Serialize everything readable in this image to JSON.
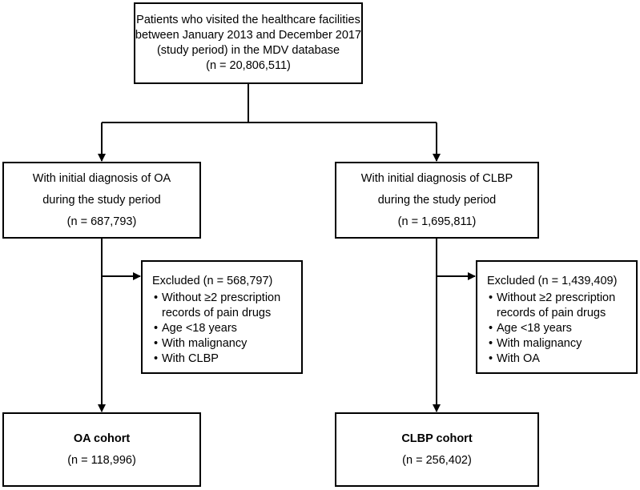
{
  "top_box": {
    "lines": [
      "Patients who visited the healthcare facilities",
      "between January 2013 and December 2017",
      "(study period) in the MDV database",
      "(n = 20,806,511)"
    ]
  },
  "oa_initial": {
    "line1": "With initial diagnosis of OA",
    "line2": "during the study period",
    "n": "(n = 687,793)"
  },
  "clbp_initial": {
    "line1": "With initial diagnosis of CLBP",
    "line2": "during the study period",
    "n": "(n = 1,695,811)"
  },
  "oa_excluded": {
    "title": "Excluded (n = 568,797)",
    "items": [
      "Without ≥2 prescription",
      "records of pain drugs",
      "Age <18 years",
      "With malignancy",
      "With CLBP"
    ]
  },
  "clbp_excluded": {
    "title": "Excluded (n = 1,439,409)",
    "items": [
      "Without ≥2 prescription",
      "records of pain drugs",
      "Age <18 years",
      "With malignancy",
      "With OA"
    ]
  },
  "oa_cohort": {
    "title": "OA cohort",
    "n": "(n = 118,996)"
  },
  "clbp_cohort": {
    "title": "CLBP cohort",
    "n": "(n = 256,402)"
  }
}
